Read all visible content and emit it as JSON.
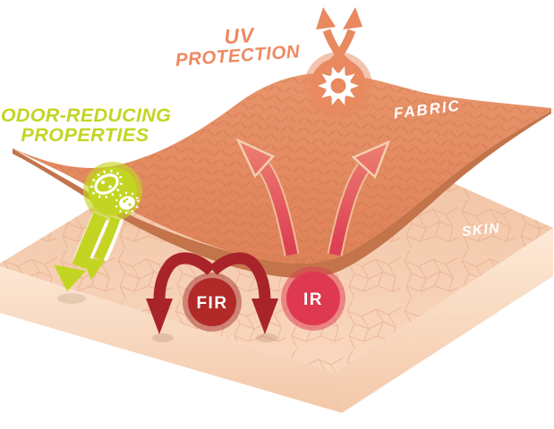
{
  "labels": {
    "uv_line1": "UV",
    "uv_line2": "PROTECTION",
    "odor_line1": "ODOR-REDUCING",
    "odor_line2": "PROPERTIES",
    "fabric": "FABRIC",
    "skin": "SKIN",
    "fir": "FIR",
    "ir": "IR"
  },
  "icons": {
    "sun": "sun-icon",
    "germ": "germ-icon"
  },
  "colors": {
    "uv_salmon": "#E8895F",
    "uv_text": "#EF8961",
    "odor_green": "#C3D522",
    "fabric_top": "#E48B62",
    "fabric_underside": "#C3744B",
    "skin_top": "#F5CBAD",
    "fir_dark_red": "#B12A28",
    "fir_arrow_red": "#A8242A",
    "ir_crimson": "#DE3950",
    "ir_under_arrow": "#D22C48",
    "label_white": "#FFFFFF"
  }
}
